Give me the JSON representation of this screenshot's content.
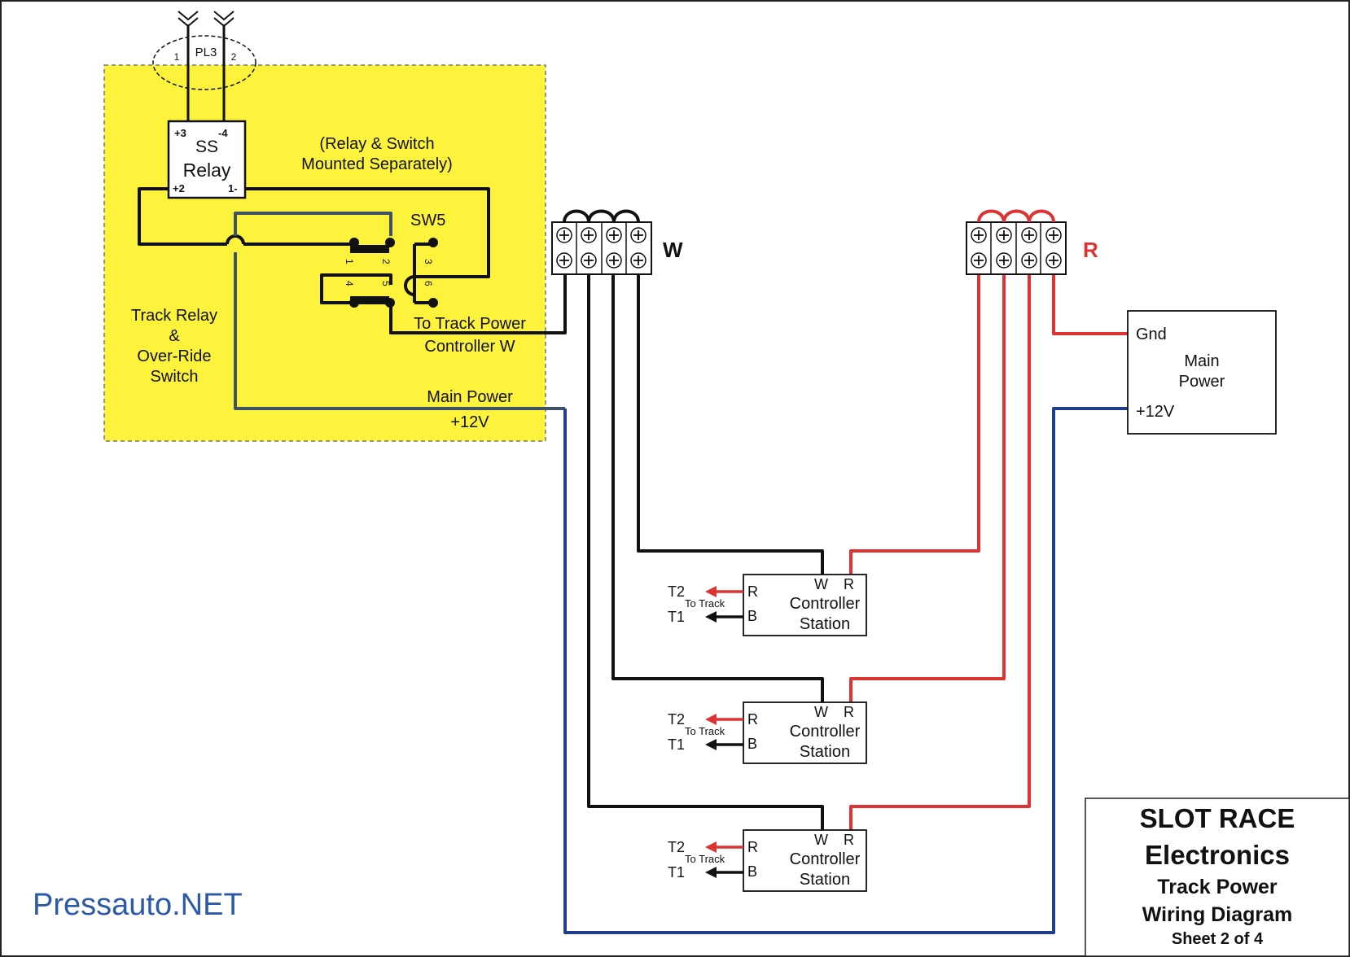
{
  "colors": {
    "yellow_panel": "#fdf23c",
    "wire_black": "#111111",
    "wire_red": "#dd3333",
    "wire_blue": "#1f3e8c",
    "wire_slate": "#3f5366",
    "watermark": "#2c5aa6"
  },
  "connector": {
    "label": "PL3",
    "pin1": "1",
    "pin2": "2"
  },
  "relay": {
    "name_top": "SS",
    "name_bottom": "Relay",
    "pin_plus3": "+3",
    "pin_minus4": "-4",
    "pin_plus2": "+2",
    "pin_minus1": "1-"
  },
  "relay_note": {
    "line1": "(Relay & Switch",
    "line2": "Mounted Separately)"
  },
  "switch": {
    "name": "SW5",
    "pins": [
      "1",
      "2",
      "3",
      "4",
      "5",
      "6"
    ]
  },
  "panel_label": {
    "line1": "Track Relay",
    "line2": "&",
    "line3": "Over-Ride",
    "line4": "Switch"
  },
  "to_track_power": {
    "line1": "To Track Power",
    "line2": "Controller W"
  },
  "main_power_left": {
    "line1": "Main Power",
    "line2": "+12V"
  },
  "terminal_w": {
    "label": "W"
  },
  "terminal_r": {
    "label": "R"
  },
  "main_power_box": {
    "gnd": "Gnd",
    "title1": "Main",
    "title2": "Power",
    "plus12": "+12V"
  },
  "stations": [
    {
      "w": "W",
      "r": "R",
      "title1": "Controller",
      "title2": "Station",
      "in_r": "R",
      "in_b": "B",
      "t2": "T2",
      "t1": "T1",
      "to_track": "To Track"
    },
    {
      "w": "W",
      "r": "R",
      "title1": "Controller",
      "title2": "Station",
      "in_r": "R",
      "in_b": "B",
      "t2": "T2",
      "t1": "T1",
      "to_track": "To Track"
    },
    {
      "w": "W",
      "r": "R",
      "title1": "Controller",
      "title2": "Station",
      "in_r": "R",
      "in_b": "B",
      "t2": "T2",
      "t1": "T1",
      "to_track": "To Track"
    }
  ],
  "title_block": {
    "line1": "SLOT RACE",
    "line2": "Electronics",
    "line3": "Track Power",
    "line4": "Wiring Diagram",
    "line5": "Sheet 2 of 4"
  },
  "watermark": {
    "text": "Pressauto.NET"
  }
}
